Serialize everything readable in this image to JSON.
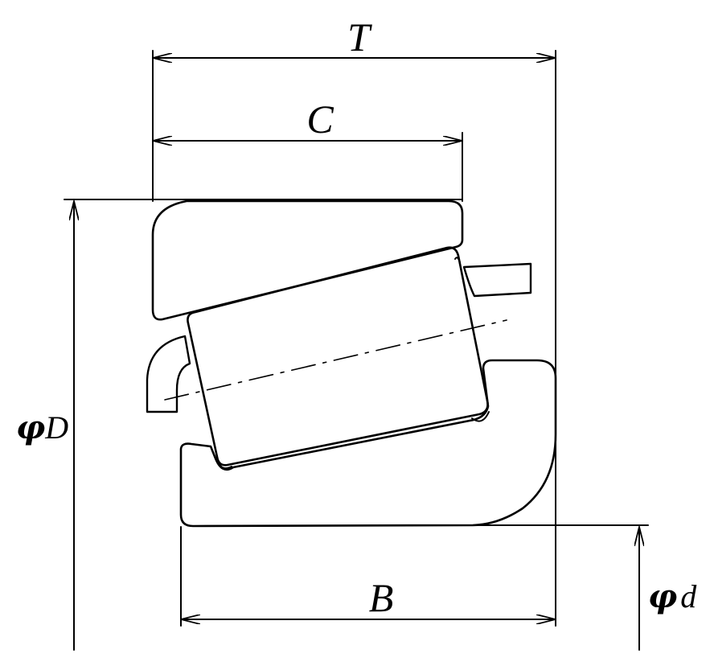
{
  "labels": {
    "T": "T",
    "C": "C",
    "B": "B",
    "phi": "φ",
    "D": "D",
    "d": "d"
  },
  "colors": {
    "stroke": "#000000",
    "background": "#ffffff"
  }
}
